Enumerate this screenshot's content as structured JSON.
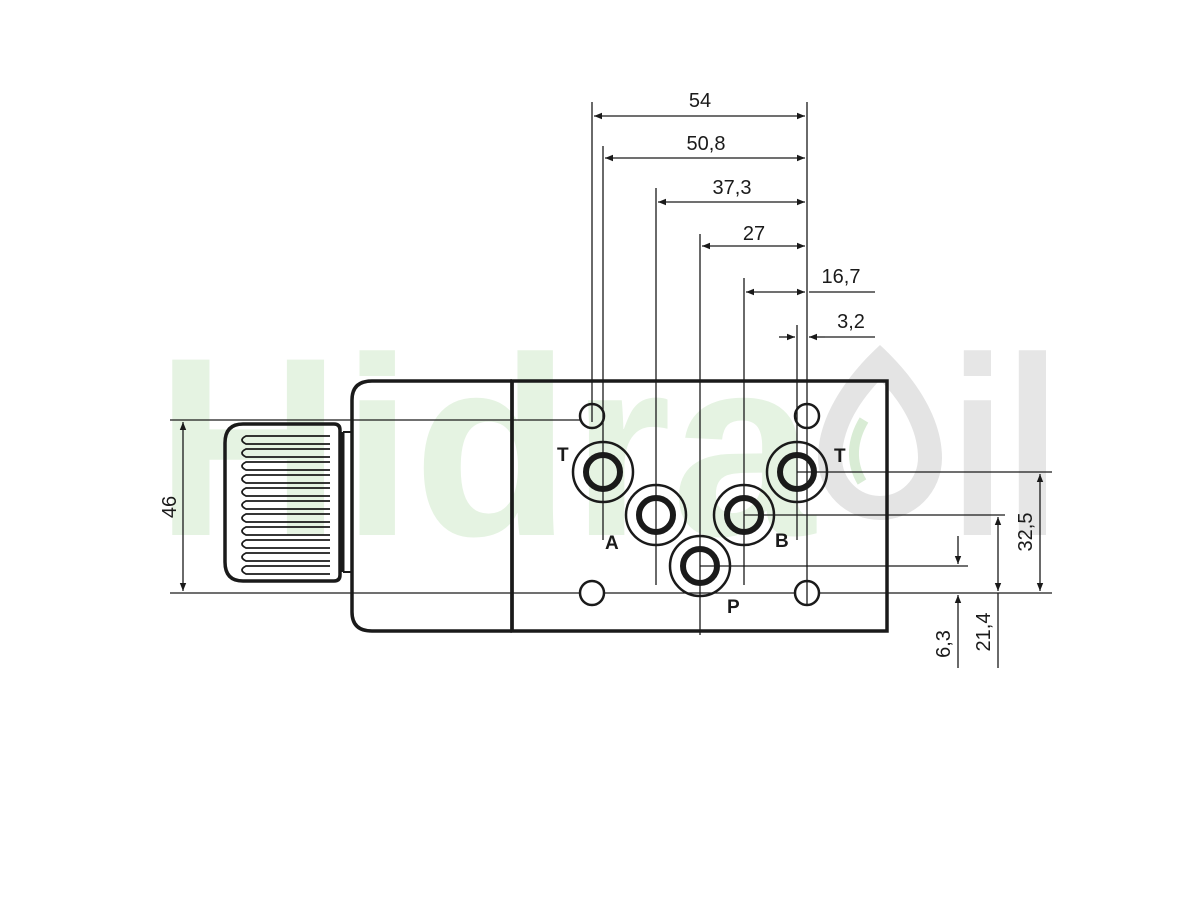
{
  "watermark": {
    "text_left": "Hidra",
    "text_right": "il",
    "color_green": "#e5f3e2",
    "color_gray": "#e6e6e6"
  },
  "dimensions": {
    "d54": "54",
    "d50_8": "50,8",
    "d37_3": "37,3",
    "d27": "27",
    "d16_7": "16,7",
    "d3_2": "3,2",
    "d46": "46",
    "d32_5": "32,5",
    "d21_4": "21,4",
    "d6_3": "6,3"
  },
  "ports": {
    "t_left": "T",
    "t_right": "T",
    "a": "A",
    "b": "B",
    "p": "P"
  },
  "colors": {
    "line": "#1a1a1a"
  }
}
